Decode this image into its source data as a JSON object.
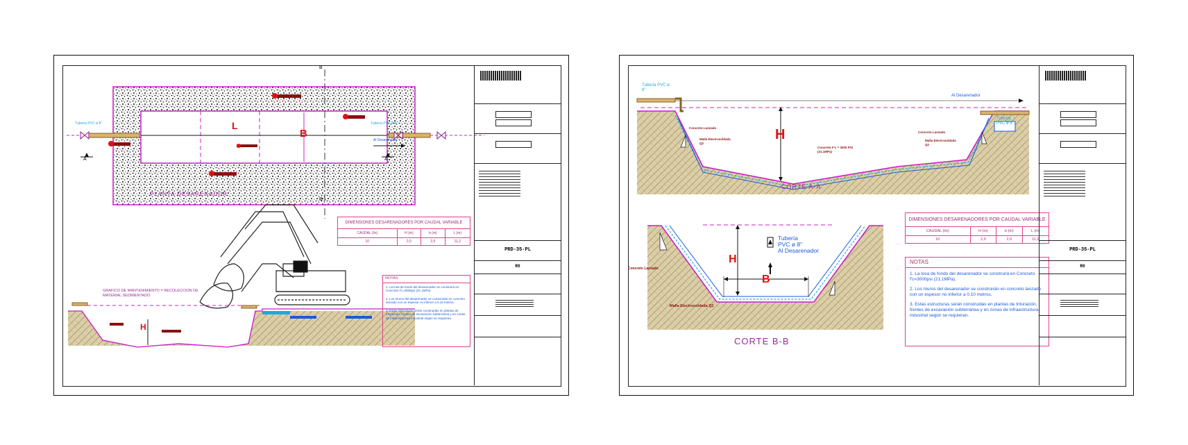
{
  "left": {
    "plan_title": "PLANTA DESARENADOR",
    "section_letter_b": "B",
    "section_letter_a": "A",
    "dim_l": "L",
    "dim_b": "B",
    "dim_h": "H",
    "tuberia_in": "Tubería PVC ø 8\"",
    "tuberia_out": "Tubería PVC ø 8\"",
    "al_desarenador": "Al Desarenador",
    "grafico_title": "GRAFICO DE MANTENIMIENTO Y RECOLECCION DE MATERIAL SEDIMENTADO",
    "table": {
      "title": "DIMENSIONES DESARENADORES POR CAUDAL VARIABLE",
      "headers": [
        "CAUDAL (l/s)",
        "H (m)",
        "b (m)",
        "L (m)"
      ],
      "row": [
        "10",
        "2,0",
        "2,0",
        "11,2"
      ]
    },
    "notes": {
      "title": "NOTAS",
      "items": [
        "1. La losa de fondo del desarenador se construirá en Concreto f'c=3000psi (21.1MPa).",
        "2. Los muros del desarenador se construirán en concreto lanzado con un espesor no inferior a 0.10 metros.",
        "3. Estas estructuras serán construidas en plantas de trituración, frentes de excavación subterránea y en zonas de infraestructura industrial según se requieran."
      ]
    },
    "code": "PRD-35-PL",
    "rev": "R0"
  },
  "right": {
    "corte_aa": "CORTE A-A",
    "corte_bb": "CORTE B-B",
    "dim_h": "H",
    "dim_b": "B",
    "tuberia_in": "Tubería PVC ø 8\"",
    "tuberia_out": "Tubería PVC ø 8\"",
    "al_desarenador_aa": "Al Desarenador",
    "concreto_lanzado": "Concreto Lanzado",
    "malla": "Malla Electrosoldada Q2",
    "concreto_fc": "Concreto F'c = 3000 PSI (21.1MPa)",
    "tuberia_bb_1": "Tubería",
    "tuberia_bb_2": "PVC ø 8\"",
    "tuberia_bb_3": "Al Desarenador",
    "table": {
      "title": "DIMENSIONES DESARENADORES POR CAUDAL VARIABLE",
      "headers": [
        "CAUDAL (l/s)",
        "H (m)",
        "b (m)",
        "L (m)"
      ],
      "row": [
        "10",
        "2,0",
        "2,0",
        "11,2"
      ]
    },
    "notes": {
      "title": "NOTAS",
      "items": [
        "1. La losa de fondo del desarenador se construirá en Concreto f'c=3000psi (21.1MPa).",
        "2. Los muros del desarenador se construirán en concreto lanzado con un espesor no inferior a 0.10 metros.",
        "3. Estas estructuras serán construidas en plantas de trituración, frentes de excavación subterránea y en zonas de infraestructura industrial según se requieran."
      ]
    },
    "code": "PRD-35-PL",
    "rev": "R0"
  },
  "colors": {
    "magenta": "#c81fc8",
    "pink": "#e0408a",
    "red": "#e01010",
    "blue": "#1a5adb",
    "cyan": "#1fa8e0",
    "soil": "#c8b888"
  }
}
